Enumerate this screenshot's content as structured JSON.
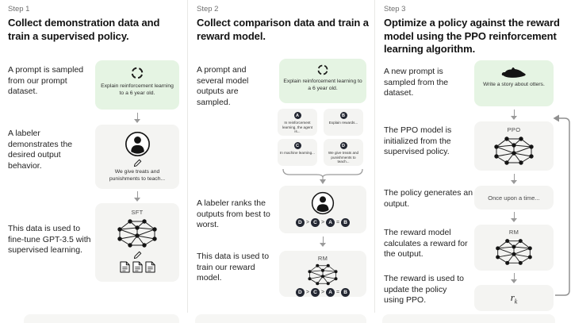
{
  "palette": {
    "background": "#ffffff",
    "prompt_box_green": "#e5f4e3",
    "process_box_gray": "#f4f4f2",
    "rank_circle_navy": "#232732",
    "arrow_gray": "#9a9a9a",
    "heading_text": "#131313"
  },
  "steps": [
    {
      "label": "Step 1",
      "heading": "Collect demonstration data and train a supervised policy.",
      "texts": {
        "t1": "A prompt is sampled from our prompt dataset.",
        "t2": "A labeler demonstrates the desired output behavior.",
        "t3": "This data is used to fine-tune GPT-3.5 with supervised learning."
      },
      "prompt_caption": "Explain reinforcement learning to a 6 year old.",
      "labeler_caption": "We give treats and punishments to teach...",
      "model_label": "SFT"
    },
    {
      "label": "Step 2",
      "heading": "Collect comparison data and train a reward model.",
      "texts": {
        "t1": "A prompt and several model outputs are sampled.",
        "t2": "A labeler ranks the outputs from best to worst.",
        "t3": "This data is used to train our reward model."
      },
      "prompt_caption": "Explain reinforcement learning to a 6 year old.",
      "options": [
        {
          "letter": "A",
          "text": "In reinforcement learning, the agent is..."
        },
        {
          "letter": "B",
          "text": "Explain rewards..."
        },
        {
          "letter": "C",
          "text": "In machine learning..."
        },
        {
          "letter": "D",
          "text": "We give treats and punishments to teach..."
        }
      ],
      "ranking": [
        "D",
        ">",
        "C",
        ">",
        "A",
        "=",
        "B"
      ],
      "model_label": "RM"
    },
    {
      "label": "Step 3",
      "heading": "Optimize a policy against the reward model using the PPO reinforcement learning algorithm.",
      "texts": {
        "t1": "A new prompt is sampled from the dataset.",
        "t2": "The PPO model is initialized from the supervised policy.",
        "t3": "The policy generates an output.",
        "t4": "The reward model calculates a reward for the output.",
        "t5": "The reward is used to update the policy using PPO."
      },
      "prompt_caption": "Write a story about otters.",
      "ppo_label": "PPO",
      "rm_label": "RM",
      "output_caption": "Once upon a time...",
      "reward_symbol": "r",
      "reward_subscript": "k"
    }
  ]
}
